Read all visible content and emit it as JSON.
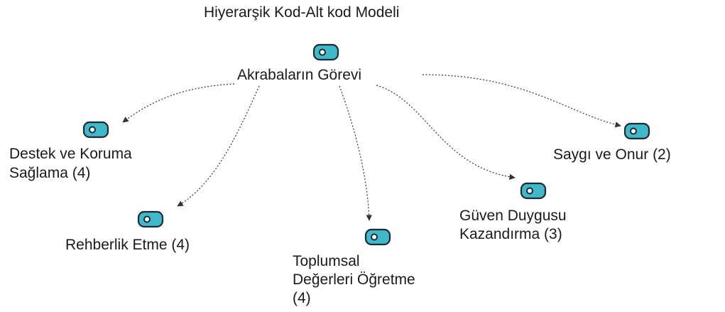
{
  "title": "Hiyerarşik Kod-Alt kod Modeli",
  "root": {
    "label": "Akrabaların Görevi",
    "icon": "code-tag-icon"
  },
  "codes": [
    {
      "id": "destek",
      "line1": "Destek ve Koruma",
      "line2": "Sağlama (4)",
      "icon": "code-tag-icon"
    },
    {
      "id": "rehberlik",
      "line1": "Rehberlik Etme (4)",
      "icon": "code-tag-icon"
    },
    {
      "id": "toplumsal",
      "line1": "Toplumsal",
      "line2": "Değerleri Öğretme",
      "line3": "(4)",
      "icon": "code-tag-icon"
    },
    {
      "id": "guven",
      "line1": "Güven Duygusu",
      "line2": "Kazandırma (3)",
      "icon": "code-tag-icon"
    },
    {
      "id": "saygi",
      "line1": "Saygı ve Onur (2)",
      "icon": "code-tag-icon"
    }
  ],
  "colors": {
    "icon_fill": "#3fb8c8",
    "icon_stroke": "#1f2a36",
    "edge": "#333333",
    "text": "#1a1a1a"
  }
}
